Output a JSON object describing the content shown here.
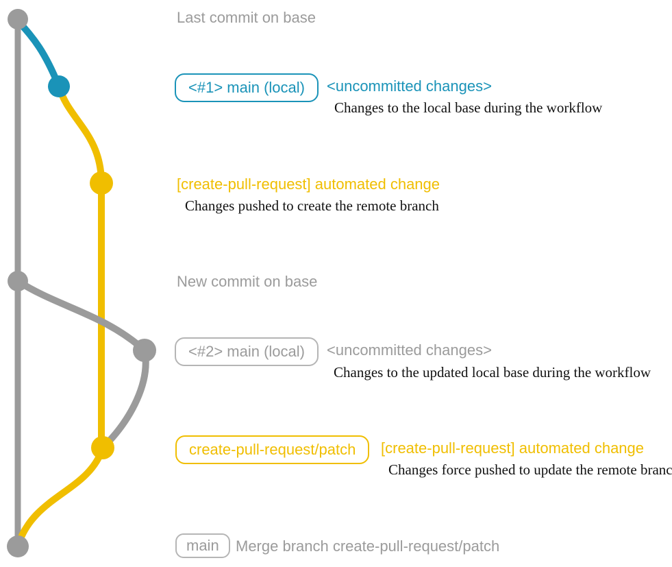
{
  "colors": {
    "blue": "#1a93b8",
    "yellow": "#f0be00",
    "gray": "#9b9b9b",
    "ink": "#111111"
  },
  "graph": {
    "type": "git-branch-diagram",
    "branches": [
      {
        "name": "base",
        "color": "#9b9b9b"
      },
      {
        "name": "main (local)",
        "color": "#1a93b8"
      },
      {
        "name": "create-pull-request/patch",
        "color": "#f0be00"
      }
    ],
    "commit_dots": [
      "last-commit-on-base",
      "local-main-commit-1",
      "patch-commit-1",
      "new-commit-on-base",
      "local-main-commit-2",
      "patch-commit-2",
      "merge-commit"
    ]
  },
  "annotations": {
    "last_commit_label": "Last commit on base",
    "row1": {
      "badge": "<#1> main (local)",
      "note": "<uncommitted changes>",
      "description": "Changes to the local base during the workflow"
    },
    "row2": {
      "note": "[create-pull-request] automated change",
      "description": "Changes pushed to create the remote branch"
    },
    "new_commit_label": "New commit on base",
    "row3": {
      "badge": "<#2> main (local)",
      "note": "<uncommitted changes>",
      "description": "Changes to the updated local base during the workflow"
    },
    "row4": {
      "badge": "create-pull-request/patch",
      "note": "[create-pull-request] automated change",
      "description": "Changes force pushed to update the remote branch"
    },
    "row5": {
      "badge": "main",
      "note": "Merge branch create-pull-request/patch"
    }
  }
}
